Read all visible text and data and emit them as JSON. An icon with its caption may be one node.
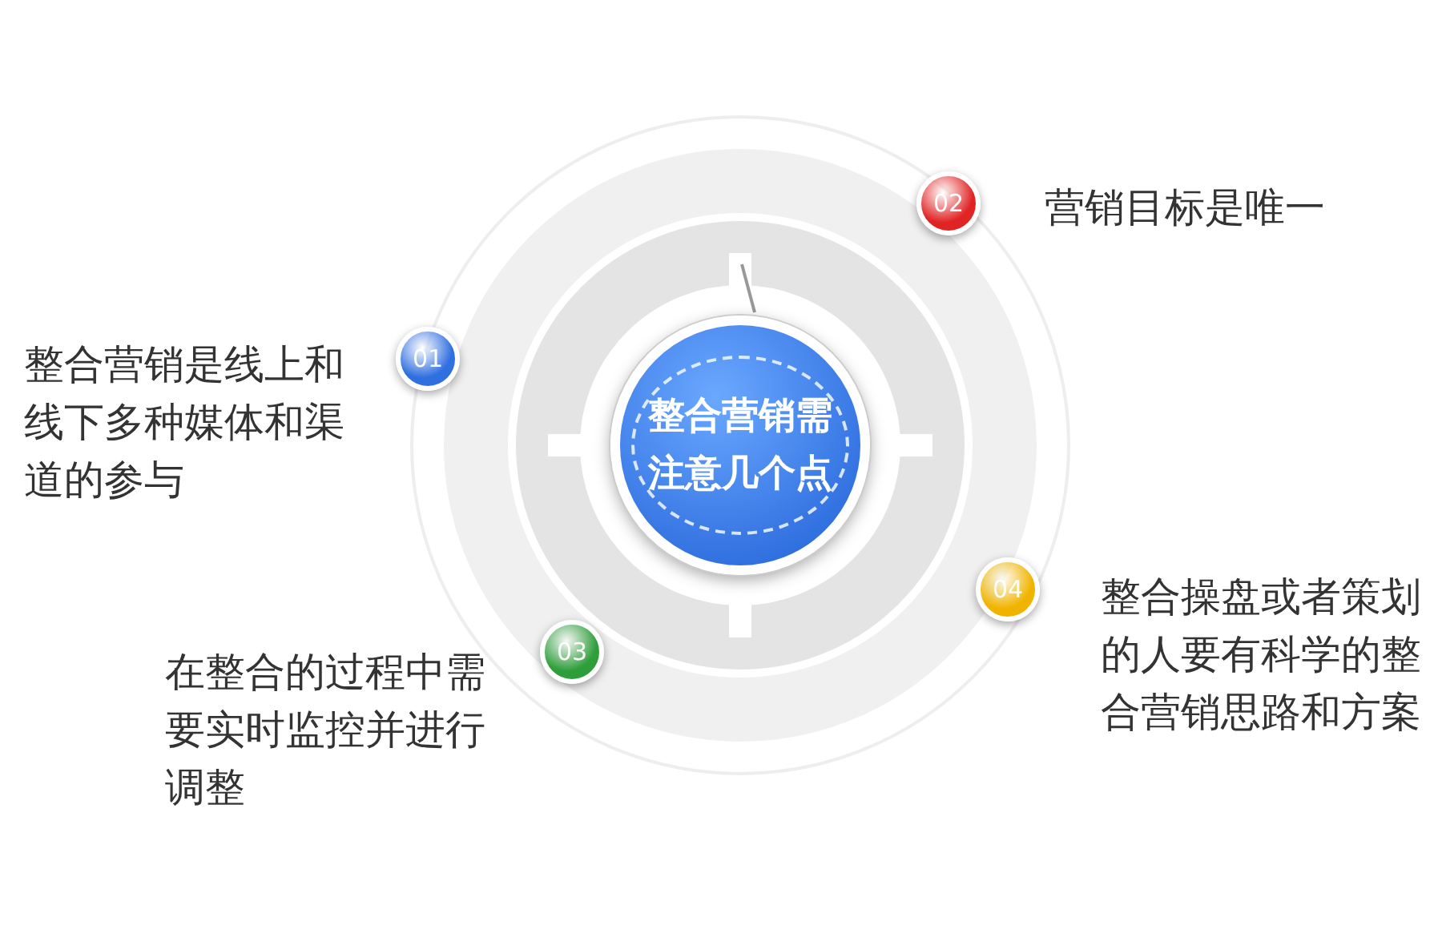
{
  "diagram": {
    "nodes": [
      {
        "text": [
          "整合营销需注意几个点"
        ]
      },
      {
        "text": [
          "01"
        ],
        "beside": [
          "整合营销是线上和线下多种媒体和渠道的参与"
        ]
      },
      {
        "text": [
          "02"
        ],
        "beside": [
          "营销目标是唯一"
        ]
      },
      {
        "text": [
          "03"
        ],
        "beside": [
          "在整合的过程中需要实时监控并进行调整"
        ]
      },
      {
        "text": [
          "04"
        ],
        "beside": [
          "整合操盘或者策划的人要有科学的整合营销思路和方案"
        ]
      }
    ],
    "edges": []
  }
}
